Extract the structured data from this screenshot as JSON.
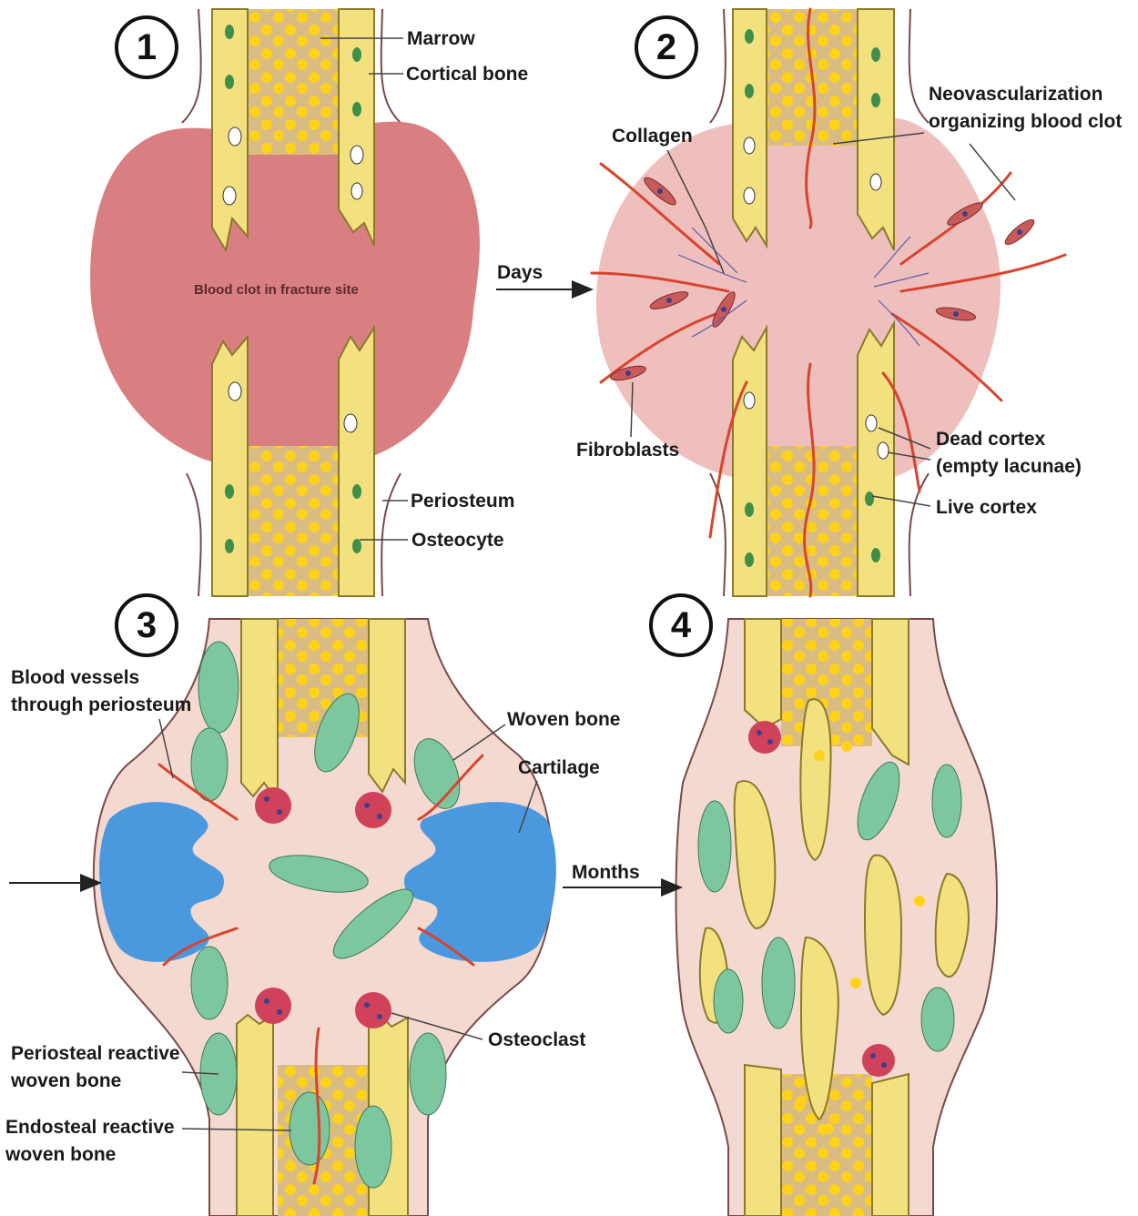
{
  "panels": [
    {
      "number": "1"
    },
    {
      "number": "2"
    },
    {
      "number": "3"
    },
    {
      "number": "4"
    }
  ],
  "labels": {
    "marrow": "Marrow",
    "cortical_bone": "Cortical bone",
    "blood_clot": "Blood clot in fracture site",
    "periosteum": "Periosteum",
    "osteocyte": "Osteocyte",
    "days": "Days",
    "collagen": "Collagen",
    "neovascularization": [
      "Neovascularization",
      "organizing blood clot"
    ],
    "fibroblasts": "Fibroblasts",
    "dead_cortex": [
      "Dead cortex",
      "(empty lacunae)"
    ],
    "live_cortex": "Live cortex",
    "blood_vessels": [
      "Blood vessels",
      "through periosteum"
    ],
    "woven_bone": "Woven bone",
    "cartilage": "Cartilage",
    "months": "Months",
    "osteoclast": "Osteoclast",
    "periosteal_reactive": [
      "Periosteal reactive",
      "woven bone"
    ],
    "endosteal_reactive": [
      "Endosteal reactive",
      "woven bone"
    ]
  },
  "colors": {
    "bone": "#f3e07e",
    "bone_edge": "#8a7a2a",
    "marrow_bg": "#d9bb84",
    "marrow_fat": "#ffd21a",
    "clot": "#d97f82",
    "clot_pale": "#eebfbd",
    "callus": "#f4d9d0",
    "vessel": "#d8442c",
    "cartilage": "#4a98de",
    "woven": "#7cc7a0",
    "osteoclast": "#d0415a",
    "osteoblast": "#3c3f8c"
  },
  "icons": [
    "arrow-right-icon"
  ]
}
